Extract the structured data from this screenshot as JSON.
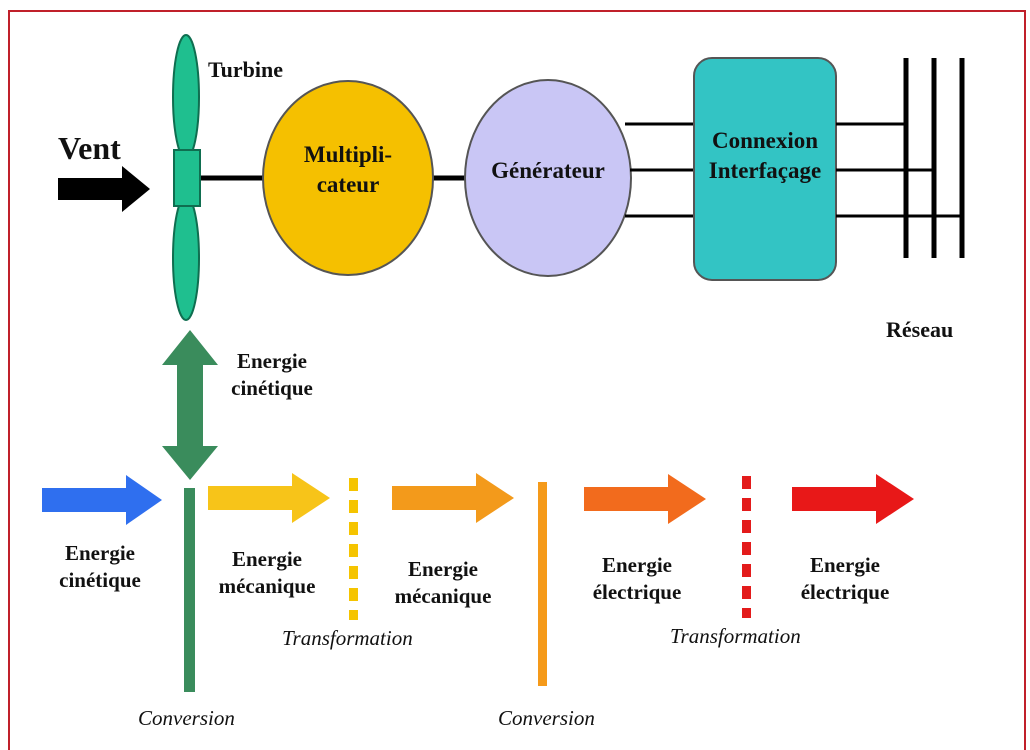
{
  "labels": {
    "vent": "Vent",
    "turbine": "Turbine",
    "multiplicateur_l1": "Multipli-",
    "multiplicateur_l2": "cateur",
    "generateur": "Générateur",
    "connexion_l1": "Connexion",
    "connexion_l2": "Interfaçage",
    "reseau": "Réseau",
    "energie_cinetique_top_l1": "Energie",
    "energie_cinetique_top_l2": "cinétique"
  },
  "flow": [
    {
      "l1": "Energie",
      "l2": "cinétique"
    },
    {
      "l1": "Energie",
      "l2": "mécanique"
    },
    {
      "l1": "Energie",
      "l2": "mécanique"
    },
    {
      "l1": "Energie",
      "l2": "électrique"
    },
    {
      "l1": "Energie",
      "l2": "électrique"
    }
  ],
  "steps": {
    "conversion_1": "Conversion",
    "transformation_1": "Transformation",
    "conversion_2": "Conversion",
    "transformation_2": "Transformation"
  },
  "colors": {
    "turbine": "#1fbf8f",
    "multiplicateur": "#f5c000",
    "generateur": "#c9c6f5",
    "connexion": "#33c4c4",
    "cinetique_arrow": "#2f6fef",
    "mecanique_arrow_1": "#f7c419",
    "mecanique_arrow_2": "#f39a1b",
    "electrique_arrow_1": "#f26b1d",
    "electrique_arrow_2": "#e81818",
    "conversion_bar_1": "#3a8c5c",
    "conversion_bar_2": "#f59a1a",
    "transformation_dash_1": "#f5c400",
    "transformation_dash_2": "#e31b1b",
    "double_arrow": "#3a8c5c"
  }
}
